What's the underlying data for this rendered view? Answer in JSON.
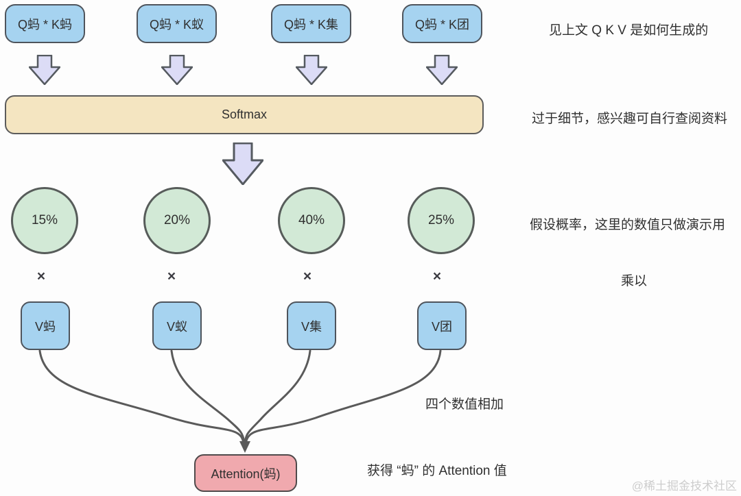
{
  "diagram": {
    "qk_labels": [
      "Q蚂 * K蚂",
      "Q蚂 * K蚁",
      "Q蚂 * K集",
      "Q蚂 * K团"
    ],
    "softmax_label": "Softmax",
    "probabilities": [
      "15%",
      "20%",
      "40%",
      "25%"
    ],
    "multiply_symbol": "×",
    "v_labels": [
      "V蚂",
      "V蚁",
      "V集",
      "V团"
    ],
    "attention_label": "Attention(蚂)",
    "annotations": {
      "qkv_note": "见上文 Q K V 是如何生成的",
      "softmax_note": "过于细节，感兴趣可自行查阅资料",
      "probability_note": "假设概率，这里的数值只做演示用",
      "multiply_note": "乘以",
      "sum_note": "四个数值相加",
      "result_note": "获得 “蚂” 的 Attention 值"
    },
    "watermark": "@稀土掘金技术社区",
    "colors": {
      "node_blue": "#a6d3f0",
      "softmax_tan": "#f4e5c1",
      "prob_green": "#d2e9d6",
      "attention_pink": "#f0a9ae",
      "arrow_lavender": "#dcdcf6",
      "line_gray": "#5a5a5a"
    }
  }
}
